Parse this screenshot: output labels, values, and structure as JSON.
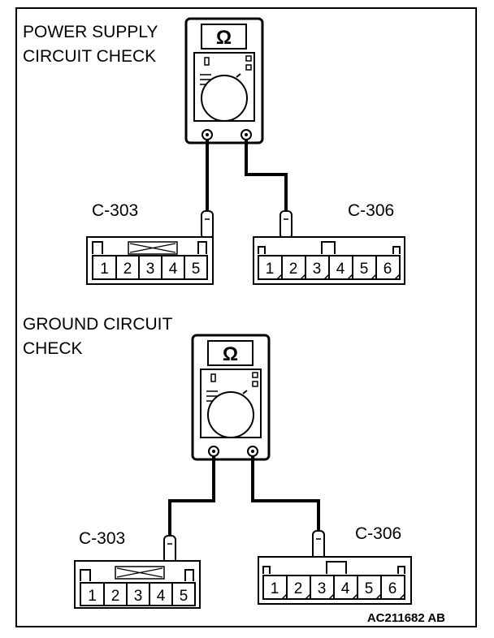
{
  "diagram": {
    "power_check": {
      "title_line1": "POWER SUPPLY",
      "title_line2": "CIRCUIT CHECK",
      "meter_symbol": "Ω",
      "left_connector": {
        "name": "C-303",
        "pins": [
          "1",
          "2",
          "3",
          "4",
          "5"
        ],
        "probed_pin": "5"
      },
      "right_connector": {
        "name": "C-306",
        "pins": [
          "1",
          "2",
          "3",
          "4",
          "5",
          "6"
        ],
        "probed_pin": "2"
      }
    },
    "ground_check": {
      "title_line1": "GROUND CIRCUIT",
      "title_line2": "CHECK",
      "meter_symbol": "Ω",
      "left_connector": {
        "name": "C-303",
        "pins": [
          "1",
          "2",
          "3",
          "4",
          "5"
        ],
        "probed_pin": "4"
      },
      "right_connector": {
        "name": "C-306",
        "pins": [
          "1",
          "2",
          "3",
          "4",
          "5",
          "6"
        ],
        "probed_pin": "3"
      }
    },
    "reference_code": "AC211682 AB"
  }
}
